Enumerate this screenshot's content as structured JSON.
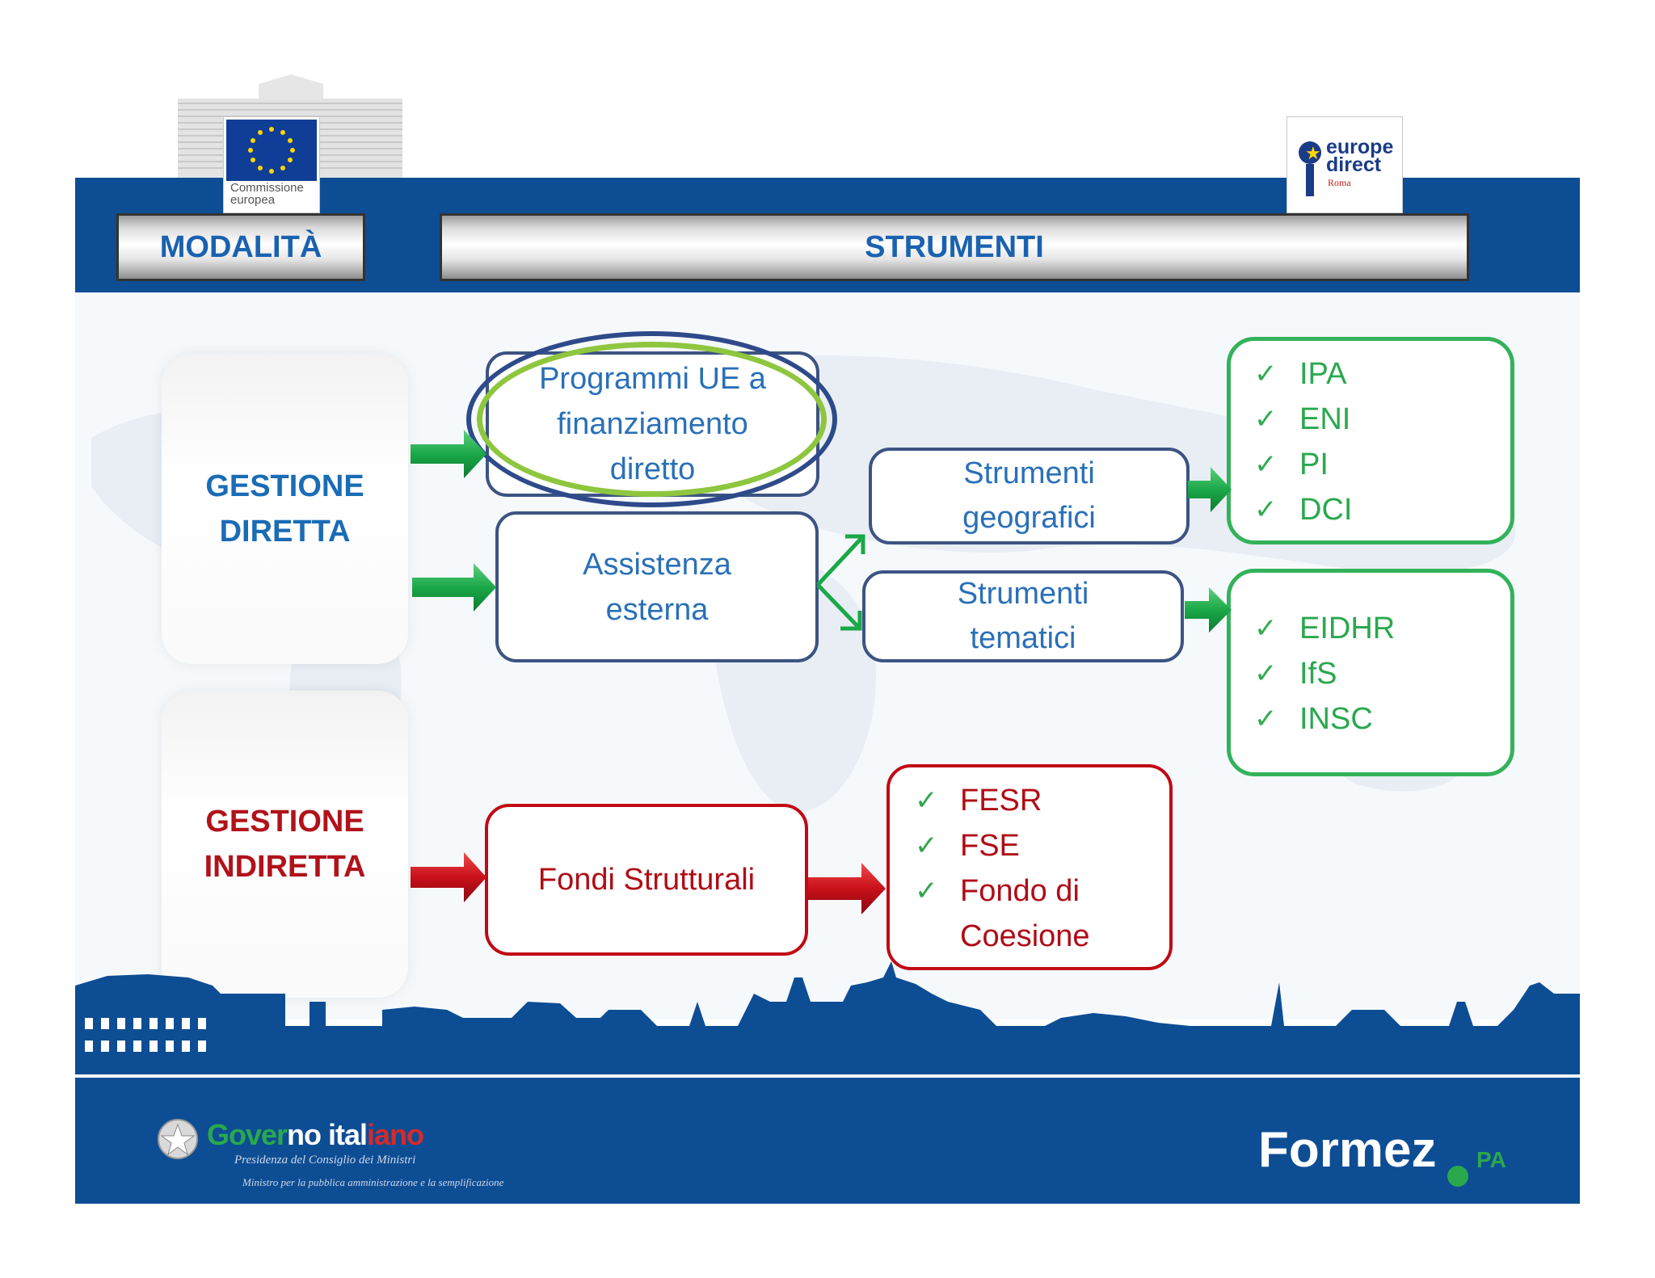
{
  "header": {
    "eu_logo_text": "Commissione europea",
    "europe_direct_text": "europe direct",
    "europe_direct_city": "Roma",
    "tab_modalita": "MODALITÀ",
    "tab_strumenti": "STRUMENTI"
  },
  "diagram": {
    "gestione_diretta": "GESTIONE DIRETTA",
    "gestione_indiretta": "GESTIONE INDIRETTA",
    "programmi": "Programmi UE a finanziamento diretto",
    "assistenza": "Assistenza esterna",
    "strumenti_geografici": "Strumenti geografici",
    "strumenti_tematici": "Strumenti tematici",
    "fondi_strutturali": "Fondi Strutturali",
    "geografici_items": [
      "IPA",
      "ENI",
      "PI",
      "DCI"
    ],
    "tematici_items": [
      "EIDHR",
      "IfS",
      "INSC"
    ],
    "fondi_items": [
      "FESR",
      "FSE",
      "Fondo di Coesione"
    ]
  },
  "footer": {
    "gov_part1": "Gover",
    "gov_part2": "no ital",
    "gov_part3": "iano",
    "gov_line1": "Presidenza del Consiglio dei Ministri",
    "gov_line2": "Ministro per la pubblica amministrazione e la semplificazione",
    "formez": "Formez",
    "formez_suffix": "PA"
  },
  "colors": {
    "band": "#0d4d94",
    "blue_text": "#1a6cb6",
    "red": "#b00c16",
    "green": "#33b25a"
  }
}
